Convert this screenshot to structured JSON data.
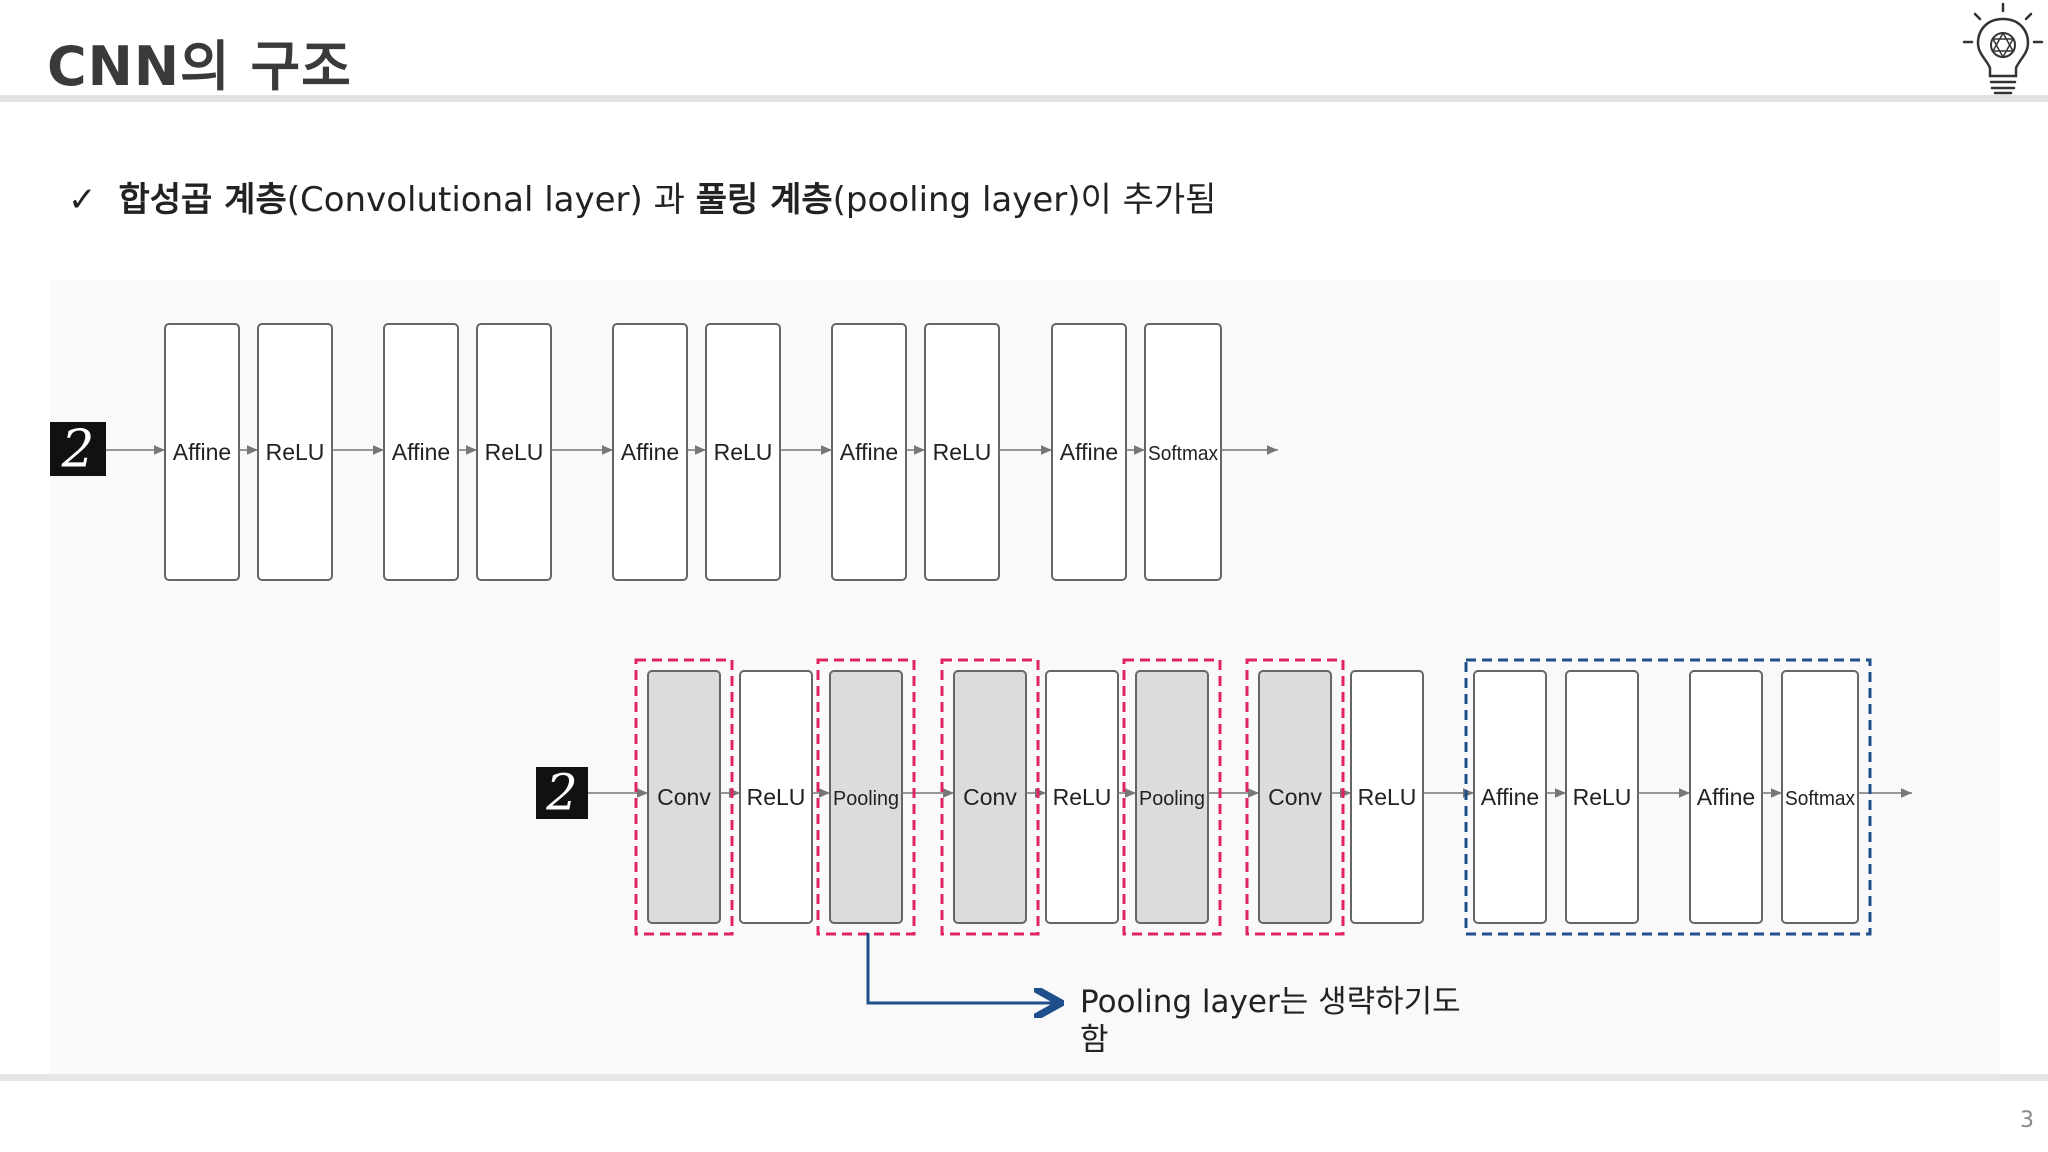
{
  "slide": {
    "title": "CNN의 구조",
    "page_number": "3",
    "bullet": {
      "check": "✓",
      "part1_bold": "합성곱 계층",
      "part2": "(Convolutional layer) 과 ",
      "part3_bold": "풀링 계층",
      "part4": "(pooling layer)이 추가됨"
    },
    "note_line1": "Pooling layer는 생략하기도",
    "note_line2": "함"
  },
  "fc_network": {
    "input_digit": "2",
    "layers": [
      "Affine",
      "ReLU",
      "Affine",
      "ReLU",
      "Affine",
      "ReLU",
      "Affine",
      "ReLU",
      "Affine",
      "Softmax"
    ]
  },
  "cnn_network": {
    "input_digit": "2",
    "layers": [
      "Conv",
      "ReLU",
      "Pooling",
      "Conv",
      "ReLU",
      "Pooling",
      "Conv",
      "ReLU",
      "Affine",
      "ReLU",
      "Affine",
      "Softmax"
    ]
  },
  "colors": {
    "highlight_conv_pool": "#e0245e",
    "highlight_fc": "#1f4e8c",
    "arrow": "#1f4e8c",
    "gray_box": "#dcdcdc"
  },
  "icons": {
    "logo": "lightbulb-icon"
  }
}
